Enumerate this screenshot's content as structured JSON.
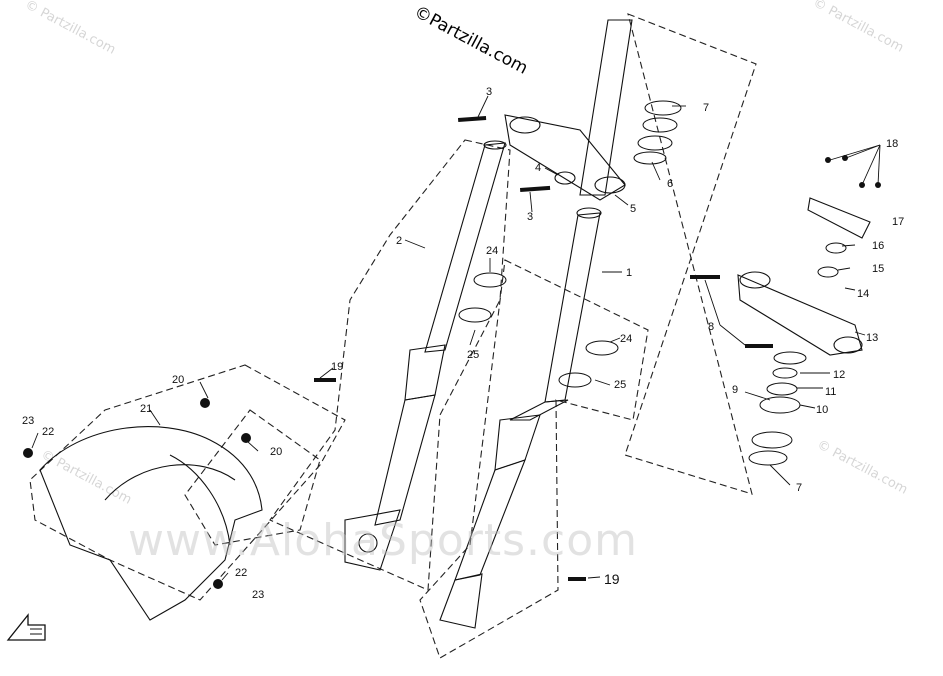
{
  "watermarks": {
    "copyright": "©Partzilla.com",
    "faint": "© Partzilla.com",
    "dealer": "www.AlohaSports.com"
  },
  "callouts": {
    "c1": "1",
    "c2": "2",
    "c3a": "3",
    "c3b": "3",
    "c4": "4",
    "c5": "5",
    "c6": "6",
    "c7a": "7",
    "c7b": "7",
    "c8": "8",
    "c9": "9",
    "c10": "10",
    "c11": "11",
    "c12": "12",
    "c13": "13",
    "c14": "14",
    "c15": "15",
    "c16": "16",
    "c17": "17",
    "c18": "18",
    "c19a": "19",
    "c19b": "19",
    "c20a": "20",
    "c20b": "20",
    "c21": "21",
    "c22a": "22",
    "c22b": "22",
    "c23a": "23",
    "c23b": "23",
    "c24a": "24",
    "c24b": "24",
    "c25a": "25",
    "c25b": "25"
  }
}
